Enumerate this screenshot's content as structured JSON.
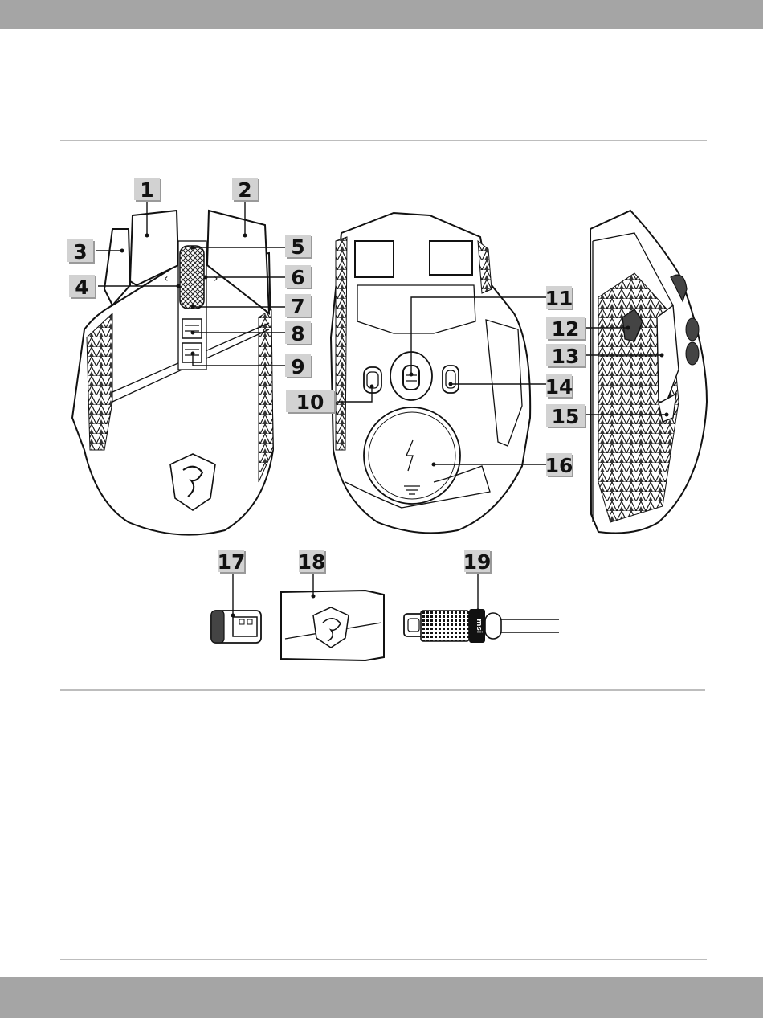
{
  "callouts": [
    {
      "id": "1",
      "label": "1"
    },
    {
      "id": "2",
      "label": "2"
    },
    {
      "id": "3",
      "label": "3"
    },
    {
      "id": "4",
      "label": "4"
    },
    {
      "id": "5",
      "label": "5"
    },
    {
      "id": "6",
      "label": "6"
    },
    {
      "id": "7",
      "label": "7"
    },
    {
      "id": "8",
      "label": "8"
    },
    {
      "id": "9",
      "label": "9"
    },
    {
      "id": "10",
      "label": "10"
    },
    {
      "id": "11",
      "label": "11"
    },
    {
      "id": "12",
      "label": "12"
    },
    {
      "id": "13",
      "label": "13"
    },
    {
      "id": "14",
      "label": "14"
    },
    {
      "id": "15",
      "label": "15"
    },
    {
      "id": "16",
      "label": "16"
    },
    {
      "id": "17",
      "label": "17"
    },
    {
      "id": "18",
      "label": "18"
    },
    {
      "id": "19",
      "label": "19"
    }
  ],
  "views": {
    "top": "mouse-top-view",
    "bottom": "mouse-bottom-view",
    "side": "mouse-side-view",
    "accessories": [
      "usb-receiver",
      "usb-adapter",
      "usb-c-cable"
    ]
  },
  "cable_brand": "msi",
  "colors": {
    "bar": "#a5a5a5",
    "tag": "#d2d2d2",
    "ink": "#111111"
  }
}
